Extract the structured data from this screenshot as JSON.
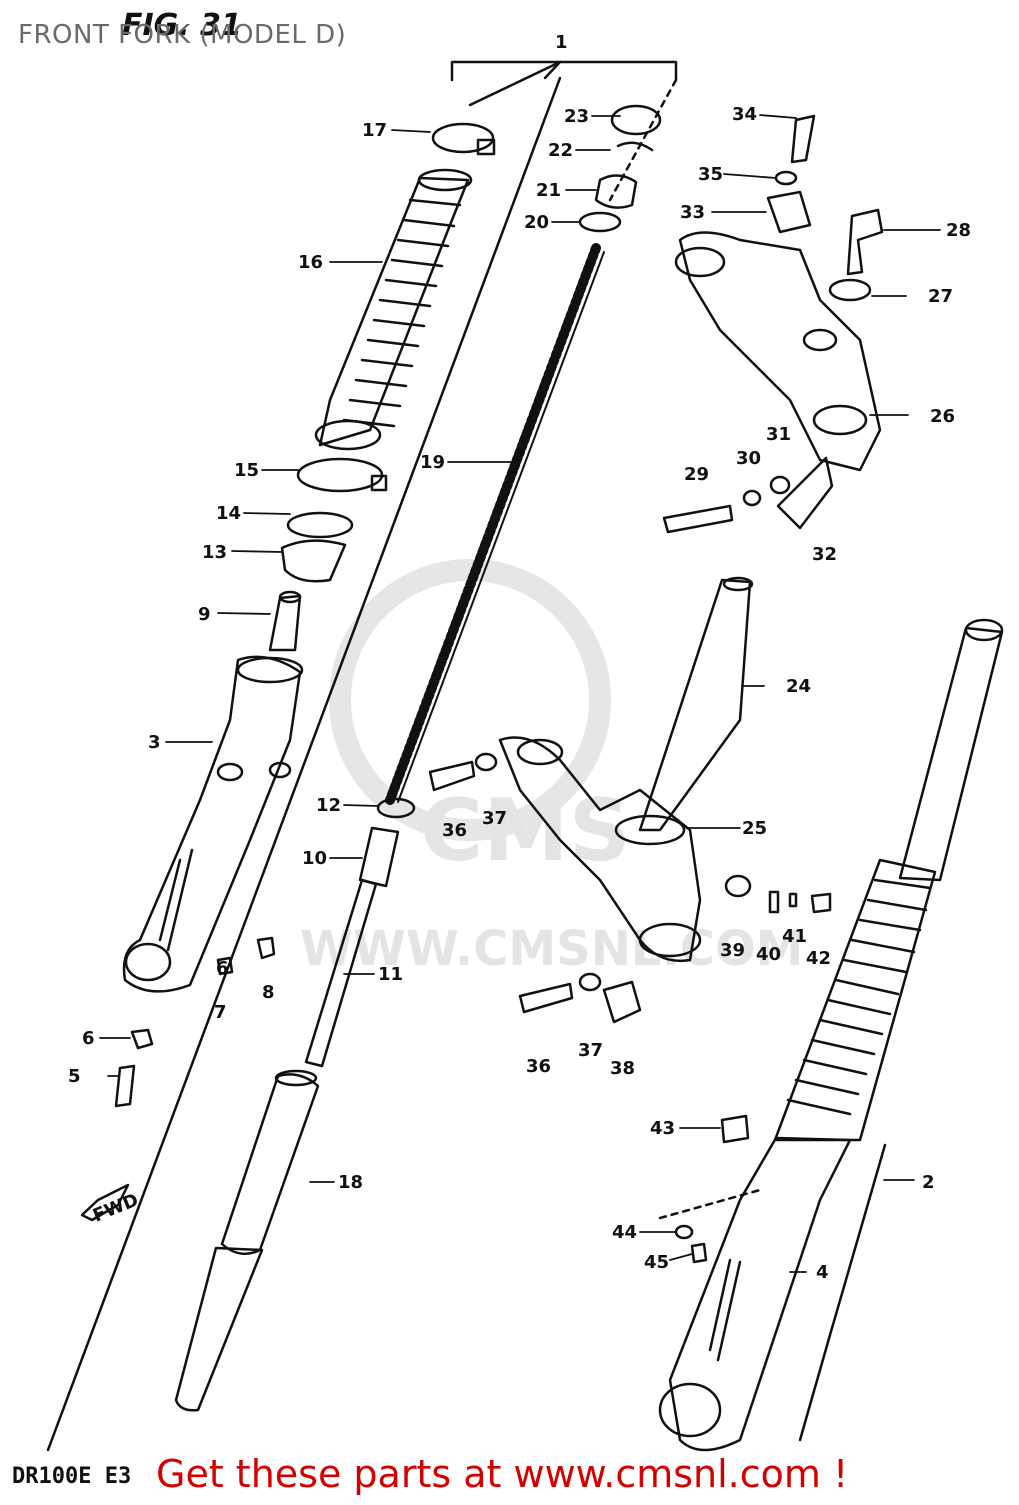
{
  "caption": "FRONT FORK (MODEL D)",
  "figure_label": "FIG. 31",
  "model_code": "DR100E E3",
  "promo_text": "Get these parts at www.cmsnl.com !",
  "watermark": {
    "brand": "CMS",
    "url": "WWW.CMSNL.COM"
  },
  "fwd_label": "FWD",
  "callouts": [
    "1",
    "2",
    "3",
    "4",
    "5",
    "6",
    "7",
    "8",
    "9",
    "10",
    "11",
    "12",
    "13",
    "14",
    "15",
    "16",
    "17",
    "18",
    "19",
    "20",
    "21",
    "22",
    "23",
    "24",
    "25",
    "26",
    "27",
    "28",
    "29",
    "30",
    "31",
    "32",
    "33",
    "34",
    "35",
    "36",
    "37",
    "38",
    "39",
    "40",
    "41",
    "42",
    "43",
    "44",
    "45"
  ],
  "callout_36b": "36",
  "callout_37b": "37",
  "callout_6b": "6",
  "colors": {
    "line": "#111111",
    "promo": "#d40000",
    "caption": "#6a6a6a",
    "watermark": "#e4e4e4"
  }
}
